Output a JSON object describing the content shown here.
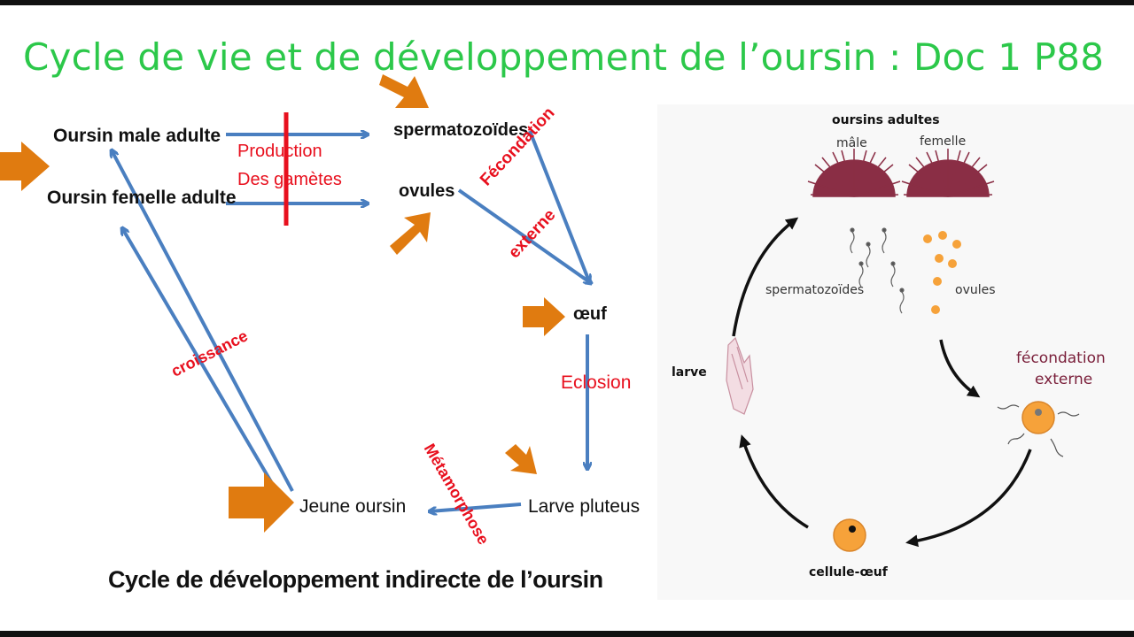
{
  "title": "Cycle de vie et de développement de l’oursin : Doc 1 P88",
  "left": {
    "nodes": {
      "male": "Oursin male adulte",
      "female": "Oursin femelle adulte",
      "sperm": "spermatozoïdes",
      "ovules": "ovules",
      "egg": "œuf",
      "larva": "Larve pluteus",
      "young": "Jeune oursin"
    },
    "processes": {
      "production_line1": "Production",
      "production_line2": "Des gamètes",
      "fecondation_line1": "Fécondation",
      "fecondation_line2": "externe",
      "eclosion": "Eclosion",
      "metamorphose": "Métamorphose",
      "croissance": "croissance"
    },
    "caption": "Cycle de développement  indirecte de l’oursin"
  },
  "right": {
    "adults_title": "oursins adultes",
    "male": "mâle",
    "female": "femelle",
    "sperm": "spermatozoïdes",
    "ovules": "ovules",
    "fecondation_line1": "fécondation",
    "fecondation_line2": "externe",
    "egg_cell": "cellule-œuf",
    "larva": "larve"
  },
  "colors": {
    "title": "#2cc84a",
    "arrow_blue": "#4a7fc0",
    "process_red": "#e8101e",
    "pointer_orange": "#e07b10",
    "urchin": "#8a2e45",
    "egg": "#f6a23a",
    "fecondation_label": "#7a1f3a"
  }
}
